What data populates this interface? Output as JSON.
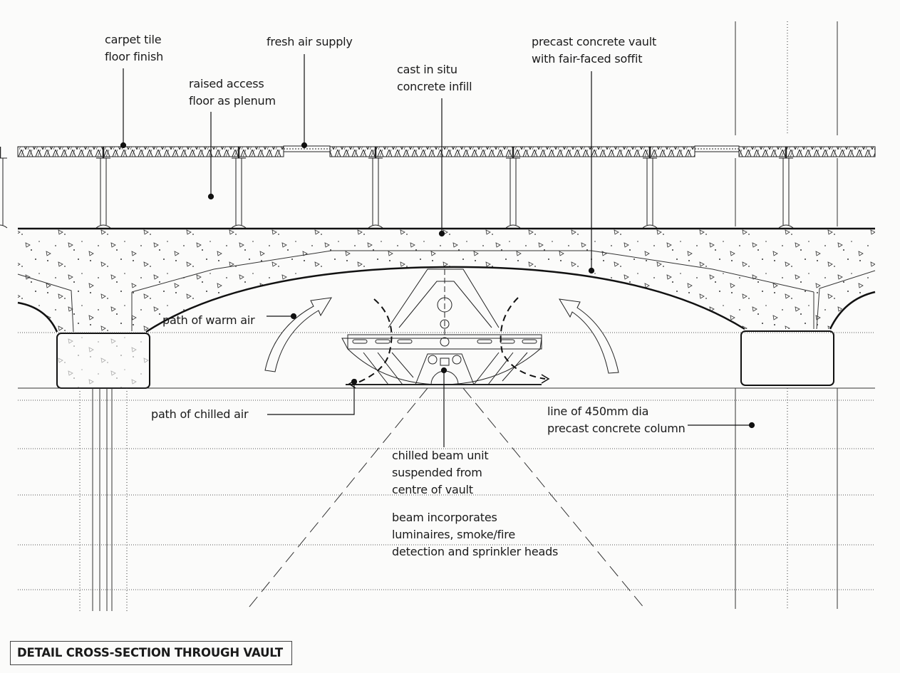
{
  "title": "DETAIL CROSS-SECTION THROUGH VAULT",
  "labels": {
    "carpet": [
      "carpet tile",
      "floor finish"
    ],
    "fresh_air": [
      "fresh air supply"
    ],
    "raised_floor": [
      "raised access",
      "floor as plenum"
    ],
    "infill": [
      "cast in situ",
      "concrete infill"
    ],
    "vault": [
      "precast concrete vault",
      "with fair-faced soffit"
    ],
    "warm_air": [
      "path of warm air"
    ],
    "chilled_air": [
      "path of chilled air"
    ],
    "column": [
      "line of 450mm dia",
      "precast concrete column"
    ],
    "beam_unit": [
      "chilled beam unit",
      "suspended from",
      "centre of vault"
    ],
    "beam_features": [
      "beam incorporates",
      "luminaires, smoke/fire",
      "detection and sprinkler heads"
    ]
  },
  "colors": {
    "ink": "#1a1a1a",
    "paper": "#fbfbfa"
  }
}
